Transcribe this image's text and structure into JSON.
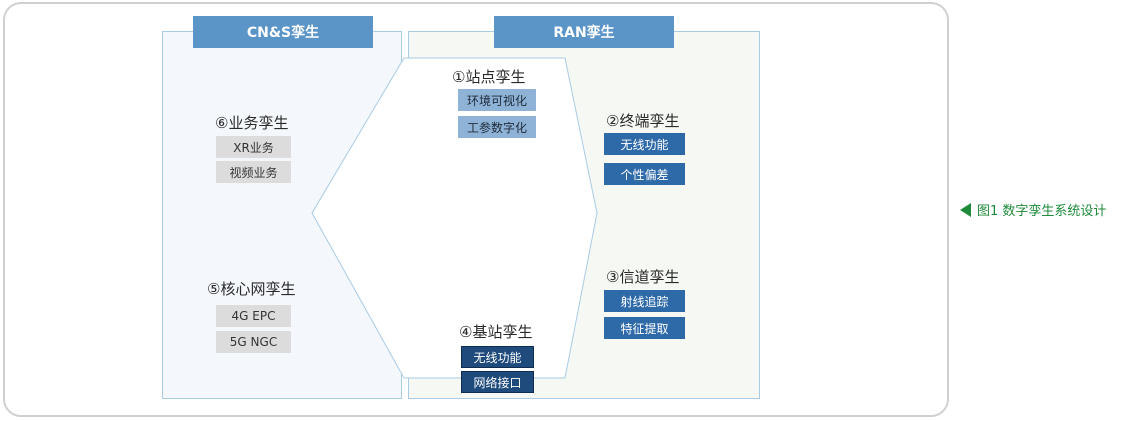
{
  "tabs": {
    "left": "CN&S孪生",
    "right": "RAN孪生"
  },
  "nodes": {
    "site": {
      "title": "①站点孪生",
      "chips": [
        "环境可视化",
        "工参数字化"
      ]
    },
    "terminal": {
      "title": "②终端孪生",
      "chips": [
        "无线功能",
        "个性偏差"
      ]
    },
    "channel": {
      "title": "③信道孪生",
      "chips": [
        "射线追踪",
        "特征提取"
      ]
    },
    "basestation": {
      "title": "④基站孪生",
      "chips": [
        "无线功能",
        "网络接口"
      ]
    },
    "core": {
      "title": "⑤核心网孪生",
      "chips": [
        "4G EPC",
        "5G NGC"
      ]
    },
    "service": {
      "title": "⑥业务孪生",
      "chips": [
        "XR业务",
        "视频业务"
      ]
    }
  },
  "caption": "图1  数字孪生系统设计",
  "colors": {
    "tab": "#5b94c6",
    "caption": "#1e8a3a",
    "chip_gray": "#dcdcdc",
    "chip_light_blue": "#8fb3d7",
    "chip_mid_blue": "#2f6aa8",
    "chip_dark_blue": "#1e4a7c",
    "hexagon_stroke": "#a8cbe6"
  }
}
